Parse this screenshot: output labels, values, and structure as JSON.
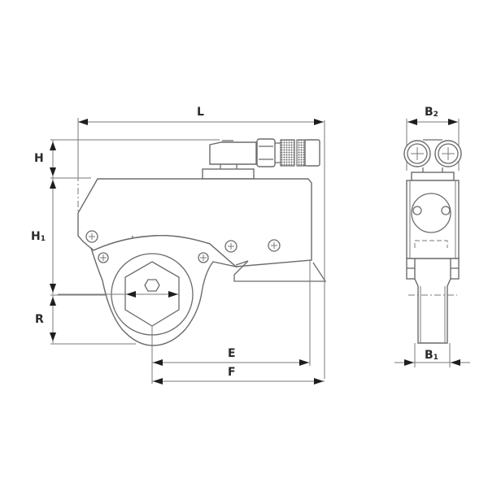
{
  "diagram": {
    "type": "technical-drawing",
    "subject": "Hydraulic torque wrench cassette, side and front views",
    "colors": {
      "line": "#6b6b6b",
      "arrow": "#1e1e1e",
      "background": "#ffffff",
      "knurl": "#8a8a8a"
    },
    "side_view": {
      "dimensions": {
        "L": {
          "label": "L",
          "sub": ""
        },
        "H": {
          "label": "H",
          "sub": ""
        },
        "H1": {
          "label": "H",
          "sub": "1"
        },
        "R": {
          "label": "R",
          "sub": ""
        },
        "E": {
          "label": "E",
          "sub": ""
        },
        "F": {
          "label": "F",
          "sub": ""
        }
      }
    },
    "front_view": {
      "dimensions": {
        "B2": {
          "label": "B",
          "sub": "2"
        },
        "B1": {
          "label": "B",
          "sub": "1"
        }
      }
    }
  }
}
